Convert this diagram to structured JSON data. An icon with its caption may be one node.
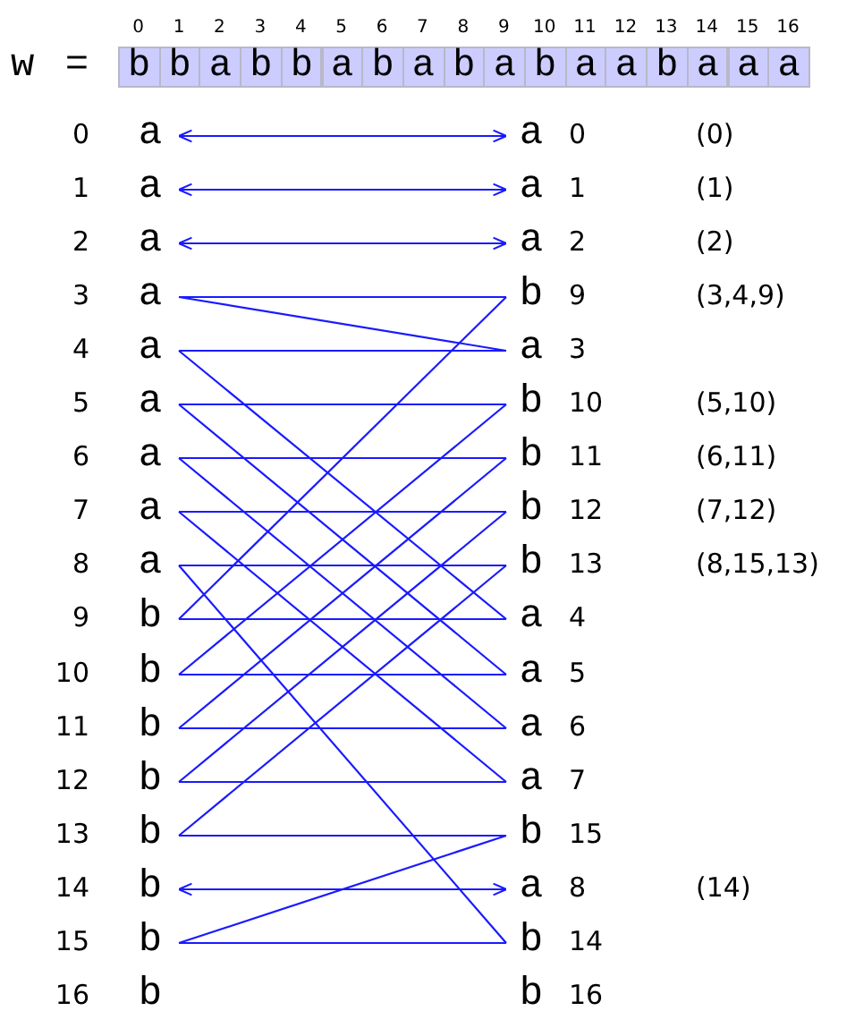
{
  "diagram": {
    "nodes": [
      {
        "text": [
          "b"
        ],
        "beside": [
          "0"
        ]
      },
      {
        "text": [
          "b"
        ],
        "beside": [
          "1"
        ]
      },
      {
        "text": [
          "a"
        ],
        "beside": [
          "2"
        ]
      },
      {
        "text": [
          "b"
        ],
        "beside": [
          "3"
        ]
      },
      {
        "text": [
          "b"
        ],
        "beside": [
          "4"
        ]
      },
      {
        "text": [
          "a"
        ],
        "beside": [
          "5"
        ]
      },
      {
        "text": [
          "b"
        ],
        "beside": [
          "6"
        ]
      },
      {
        "text": [
          "a"
        ],
        "beside": [
          "7"
        ]
      },
      {
        "text": [
          "b"
        ],
        "beside": [
          "8"
        ]
      },
      {
        "text": [
          "a"
        ],
        "beside": [
          "9"
        ]
      },
      {
        "text": [
          "b"
        ],
        "beside": [
          "10"
        ]
      },
      {
        "text": [
          "a"
        ],
        "beside": [
          "11"
        ]
      },
      {
        "text": [
          "a"
        ],
        "beside": [
          "12"
        ]
      },
      {
        "text": [
          "b"
        ],
        "beside": [
          "13"
        ]
      },
      {
        "text": [
          "a"
        ],
        "beside": [
          "14"
        ]
      },
      {
        "text": [
          "a"
        ],
        "beside": [
          "15"
        ]
      },
      {
        "text": [
          "a"
        ],
        "beside": [
          "16"
        ]
      },
      {
        "text": [
          "a"
        ],
        "beside": [
          "0"
        ]
      },
      {
        "text": [
          "a"
        ],
        "beside": [
          "0"
        ]
      },
      {
        "text": [
          "a"
        ],
        "beside": [
          "1"
        ]
      },
      {
        "text": [
          "a"
        ],
        "beside": [
          "1"
        ]
      },
      {
        "text": [
          "a"
        ],
        "beside": [
          "2"
        ]
      },
      {
        "text": [
          "a"
        ],
        "beside": [
          "2"
        ]
      },
      {
        "text": [
          "a"
        ],
        "beside": [
          "3"
        ]
      },
      {
        "text": [
          "b"
        ],
        "beside": [
          "9"
        ]
      },
      {
        "text": [
          "a"
        ],
        "beside": [
          "4"
        ]
      },
      {
        "text": [
          "a"
        ],
        "beside": [
          "3"
        ]
      },
      {
        "text": [
          "a"
        ],
        "beside": [
          "5"
        ]
      },
      {
        "text": [
          "b"
        ],
        "beside": [
          "10"
        ]
      },
      {
        "text": [
          "a"
        ],
        "beside": [
          "6"
        ]
      },
      {
        "text": [
          "b"
        ],
        "beside": [
          "11"
        ]
      },
      {
        "text": [
          "a"
        ],
        "beside": [
          "7"
        ]
      },
      {
        "text": [
          "b"
        ],
        "beside": [
          "12"
        ]
      },
      {
        "text": [
          "a"
        ],
        "beside": [
          "8"
        ]
      },
      {
        "text": [
          "b"
        ],
        "beside": [
          "13"
        ]
      },
      {
        "text": [
          "b"
        ],
        "beside": [
          "9"
        ]
      },
      {
        "text": [
          "a"
        ],
        "beside": [
          "4"
        ]
      },
      {
        "text": [
          "b"
        ],
        "beside": [
          "10"
        ]
      },
      {
        "text": [
          "a"
        ],
        "beside": [
          "5"
        ]
      },
      {
        "text": [
          "b"
        ],
        "beside": [
          "11"
        ]
      },
      {
        "text": [
          "a"
        ],
        "beside": [
          "6"
        ]
      },
      {
        "text": [
          "b"
        ],
        "beside": [
          "12"
        ]
      },
      {
        "text": [
          "a"
        ],
        "beside": [
          "7"
        ]
      },
      {
        "text": [
          "b"
        ],
        "beside": [
          "13"
        ]
      },
      {
        "text": [
          "b"
        ],
        "beside": [
          "15"
        ]
      },
      {
        "text": [
          "b"
        ],
        "beside": [
          "14"
        ]
      },
      {
        "text": [
          "a"
        ],
        "beside": [
          "8"
        ]
      },
      {
        "text": [
          "b"
        ],
        "beside": [
          "15"
        ]
      },
      {
        "text": [
          "b"
        ],
        "beside": [
          "14"
        ]
      },
      {
        "text": [
          "b"
        ],
        "beside": [
          "16"
        ]
      },
      {
        "text": [
          "b"
        ],
        "beside": [
          "16"
        ]
      }
    ],
    "edges": [
      {
        "from": 17,
        "to": 18,
        "arrow": "both"
      },
      {
        "from": 19,
        "to": 20,
        "arrow": "both"
      },
      {
        "from": 21,
        "to": 22,
        "arrow": "both"
      },
      {
        "from": 23,
        "to": 24,
        "arrow": "none"
      },
      {
        "from": 23,
        "to": 26,
        "arrow": "none"
      },
      {
        "from": 25,
        "to": 26,
        "arrow": "none"
      },
      {
        "from": 25,
        "to": 36,
        "arrow": "none"
      },
      {
        "from": 27,
        "to": 28,
        "arrow": "none"
      },
      {
        "from": 27,
        "to": 38,
        "arrow": "none"
      },
      {
        "from": 29,
        "to": 30,
        "arrow": "none"
      },
      {
        "from": 29,
        "to": 40,
        "arrow": "none"
      },
      {
        "from": 31,
        "to": 32,
        "arrow": "none"
      },
      {
        "from": 31,
        "to": 42,
        "arrow": "none"
      },
      {
        "from": 33,
        "to": 34,
        "arrow": "none"
      },
      {
        "from": 33,
        "to": 48,
        "arrow": "none"
      },
      {
        "from": 35,
        "to": 36,
        "arrow": "none"
      },
      {
        "from": 35,
        "to": 24,
        "arrow": "none"
      },
      {
        "from": 37,
        "to": 38,
        "arrow": "none"
      },
      {
        "from": 37,
        "to": 28,
        "arrow": "none"
      },
      {
        "from": 39,
        "to": 40,
        "arrow": "none"
      },
      {
        "from": 39,
        "to": 30,
        "arrow": "none"
      },
      {
        "from": 41,
        "to": 42,
        "arrow": "none"
      },
      {
        "from": 41,
        "to": 32,
        "arrow": "none"
      },
      {
        "from": 43,
        "to": 44,
        "arrow": "none"
      },
      {
        "from": 43,
        "to": 34,
        "arrow": "none"
      },
      {
        "from": 45,
        "to": 46,
        "arrow": "both"
      },
      {
        "from": 47,
        "to": 48,
        "arrow": "none"
      },
      {
        "from": 47,
        "to": 44,
        "arrow": "none"
      }
    ],
    "labels": [
      "w =",
      "(0)",
      "(1)",
      "(2)",
      "(3,4,9)",
      "(5,10)",
      "(6,11)",
      "(7,12)",
      "(8,15,13)",
      "(14)"
    ]
  }
}
